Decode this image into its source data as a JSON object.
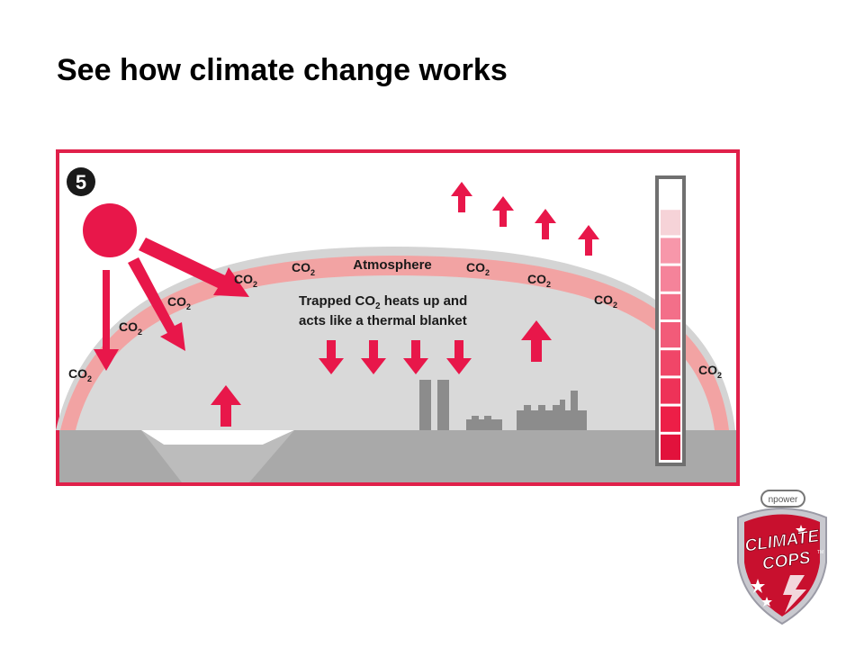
{
  "slide": {
    "title": "See how climate change works"
  },
  "diagram": {
    "step_number": "5",
    "atmosphere_label": "Atmosphere",
    "co2_label_base": "CO",
    "co2_label_sub": "2",
    "caption_line1_pre": "Trapped CO",
    "caption_line1_sub": "2",
    "caption_line1_post": " heats up and",
    "caption_line2": "acts like a thermal blanket",
    "colors": {
      "frame": "#e0204a",
      "sun": "#e8174a",
      "arrow": "#e8174a",
      "atmosphere_band": "#f2a3a3",
      "dome_outer": "#d4d4d4",
      "sky_inside": "#d9d9d9",
      "ground": "#a9a9a9",
      "factory": "#8c8c8c",
      "meter_frame": "#707070"
    },
    "temperature_meter_level": 0.75
  },
  "logo": {
    "brand_top": "npower",
    "line1": "CLIMATE",
    "line2": "COPS",
    "tm": "TM"
  }
}
